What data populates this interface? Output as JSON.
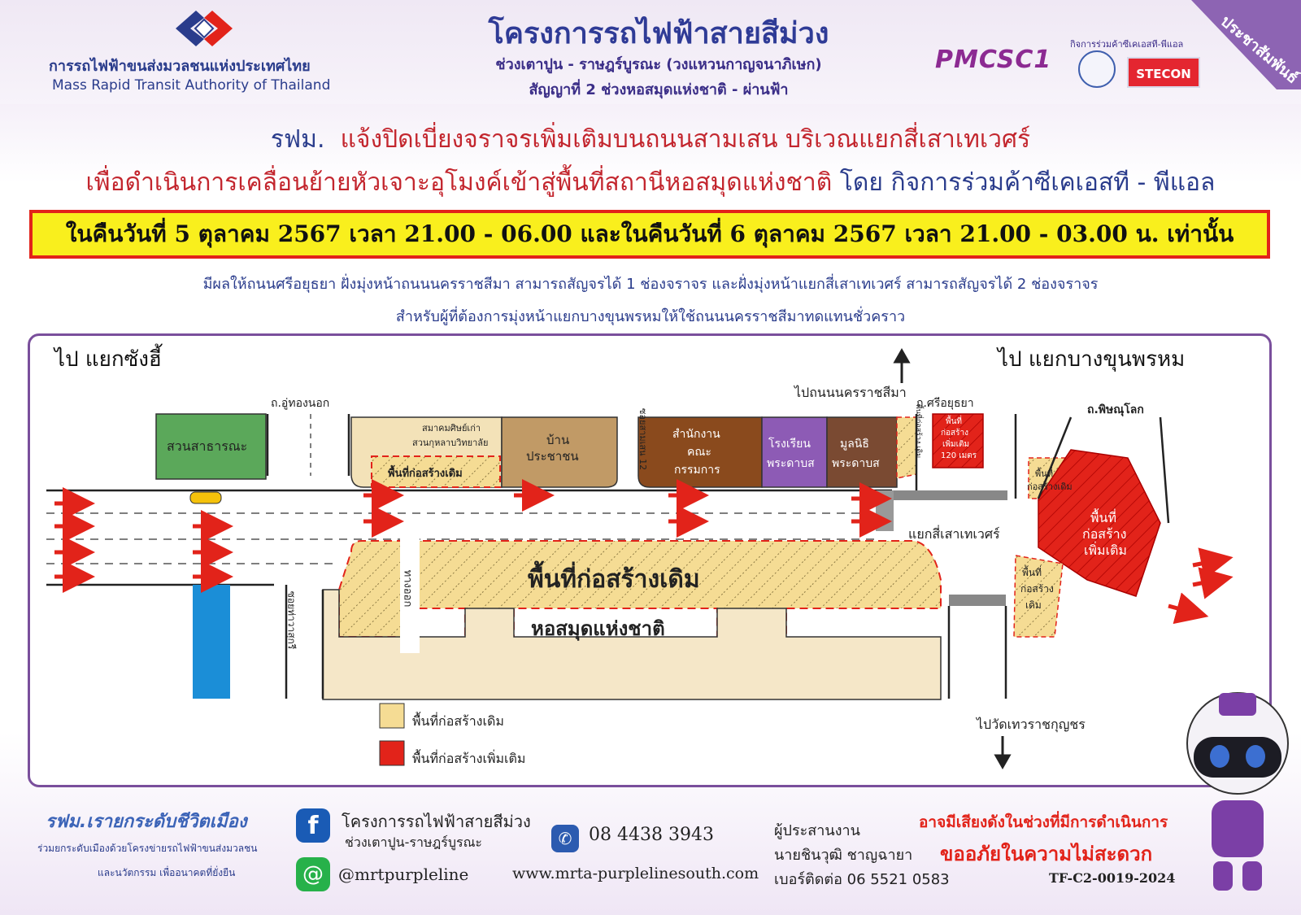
{
  "header": {
    "org_name_th": "การรถไฟฟ้าขนส่งมวลชนแห่งประเทศไทย",
    "org_name_en": "Mass Rapid Transit Authority of Thailand",
    "project_title": "โครงการรถไฟฟ้าสายสีม่วง",
    "project_section": "ช่วงเตาปูน - ราษฎร์บูรณะ (วงแหวนกาญจนาภิเษก)",
    "contract": "สัญญาที่ 2 ช่วงหอสมุดแห่งชาติ - ผ่านฟ้า",
    "consultant_logo_text": "PMCSC1",
    "jv_label": "กิจการร่วมค้าซีเคเอสที-พีแอล",
    "contractor_logo_text": "STECON",
    "ribbon_text": "ประชาสัมพันธ์",
    "colors": {
      "accent_purple": "#7a4f9c",
      "brand_blue": "#2a3c8c",
      "alert_red": "#e2231a"
    }
  },
  "announcement": {
    "title_prefix": "รฟม.",
    "title_main": "แจ้งปิดเบี่ยงจราจรเพิ่มเติมบนถนนสามเสน บริเวณแยกสี่เสาเทเวศร์",
    "subtitle_main": "เพื่อดำเนินการเคลื่อนย้ายหัวเจาะอุโมงค์เข้าสู่พื้นที่สถานีหอสมุดแห่งชาติ",
    "subtitle_by": "โดย กิจการร่วมค้าซีเคเอสที - พีแอล",
    "date_banner": "ในคืนวันที่ 5 ตุลาคม 2567 เวลา 21.00 - 06.00 และในคืนวันที่ 6 ตุลาคม 2567 เวลา 21.00 - 03.00 น. เท่านั้น",
    "effect_line1": "มีผลให้ถนนศรีอยุธยา ฝั่งมุ่งหน้าถนนนครราชสีมา สามารถสัญจรได้ 1 ช่องจราจร และฝั่งมุ่งหน้าแยกสี่เสาเทเวศร์ สามารถสัญจรได้ 2 ช่องจราจร",
    "effect_line2": "สำหรับผู้ที่ต้องการมุ่งหน้าแยกบางขุนพรหมให้ใช้ถนนนครราชสีมาทดแทนชั่วคราว"
  },
  "map": {
    "direction_left": "ไป แยกซังฮี้",
    "direction_right": "ไป แยกบางขุนพรหม",
    "to_nakhon_ratchasima": "ไปถนนนครราชสีมา",
    "to_wat_thewarat": "ไปวัดเทวราชกุญชร",
    "junction_name": "แยกสี่เสาเทเวศร์",
    "roads": {
      "u_thong_nok": "ถ.อู่ทองนอก",
      "si_ayutthaya": "ถ.ศรีอยุธยา",
      "phitsanulok": "ถ.พิษณุโลก",
      "soi_samsen_12": "ซอยสามเสน 12",
      "soi_tha_wasukri": "ซอยท่าวาสุกรี",
      "exit": "ทางออก"
    },
    "places": {
      "park": "สวนสาธารณะ",
      "alumni_assoc_1": "สมาคมศิษย์เก่า",
      "alumni_assoc_2": "สวนกุหลาบวิทยาลัย",
      "houses_1": "บ้าน",
      "houses_2": "ประชาชน",
      "committee_office_1": "สำนักงาน",
      "committee_office_2": "คณะ",
      "committee_office_3": "กรรมการ",
      "school_1": "โรงเรียน",
      "school_2": "พระดาบส",
      "foundation_1": "มูลนิธิ",
      "foundation_2": "พระดาบส",
      "library": "หอสมุดแห่งชาติ"
    },
    "zones": {
      "existing_main": "พื้นที่ก่อสร้างเดิม",
      "existing_small": "พื้นที่ก่อสร้างเดิม",
      "existing_corner_1": "พื้นที่",
      "existing_corner_2": "ก่อสร้างเดิม",
      "existing_lower_1": "พื้นที่",
      "existing_lower_2": "ก่อสร้าง",
      "existing_lower_3": "เดิม",
      "new_big_1": "พื้นที่",
      "new_big_2": "ก่อสร้าง",
      "new_big_3": "เพิ่มเติม",
      "new_small_1": "พื้นที่",
      "new_small_2": "ก่อสร้าง",
      "new_small_3": "เพิ่มเติม",
      "new_small_4": "120 เมตร",
      "partial_existing": "พื้นที่ก่อสร้าง เดิม"
    },
    "legend": [
      {
        "label": "พื้นที่ก่อสร้างเดิม",
        "color": "#f5dc94"
      },
      {
        "label": "พื้นที่ก่อสร้างเพิ่มเติม",
        "color": "#e2231a"
      }
    ]
  },
  "footer": {
    "slogan": "รฟม.เรายกระดับชีวิตเมือง",
    "sub_slogan_1": "ร่วมยกระดับเมืองด้วยโครงข่ายรถไฟฟ้าขนส่งมวลชน",
    "sub_slogan_2": "และนวัตกรรม เพื่ออนาคตที่ยั่งยืน",
    "facebook_name": "โครงการรถไฟฟ้าสายสีม่วง",
    "facebook_sub": "ช่วงเตาปูน-ราษฎร์บูรณะ",
    "phone": "08 4438 3943",
    "line_id": "@mrtpurpleline",
    "website": "www.mrta-purplelinesouth.com",
    "coordinator_label": "ผู้ประสานงาน",
    "coordinator_name": "นายชินวุฒิ ชาญฉายา",
    "coordinator_phone": "เบอร์ติดต่อ 06 5521 0583",
    "noise_warning": "อาจมีเสียงดังในช่วงที่มีการดำเนินการ",
    "apology": "ขออภัยในความไม่สะดวก",
    "doc_code": "TF-C2-0019-2024"
  }
}
